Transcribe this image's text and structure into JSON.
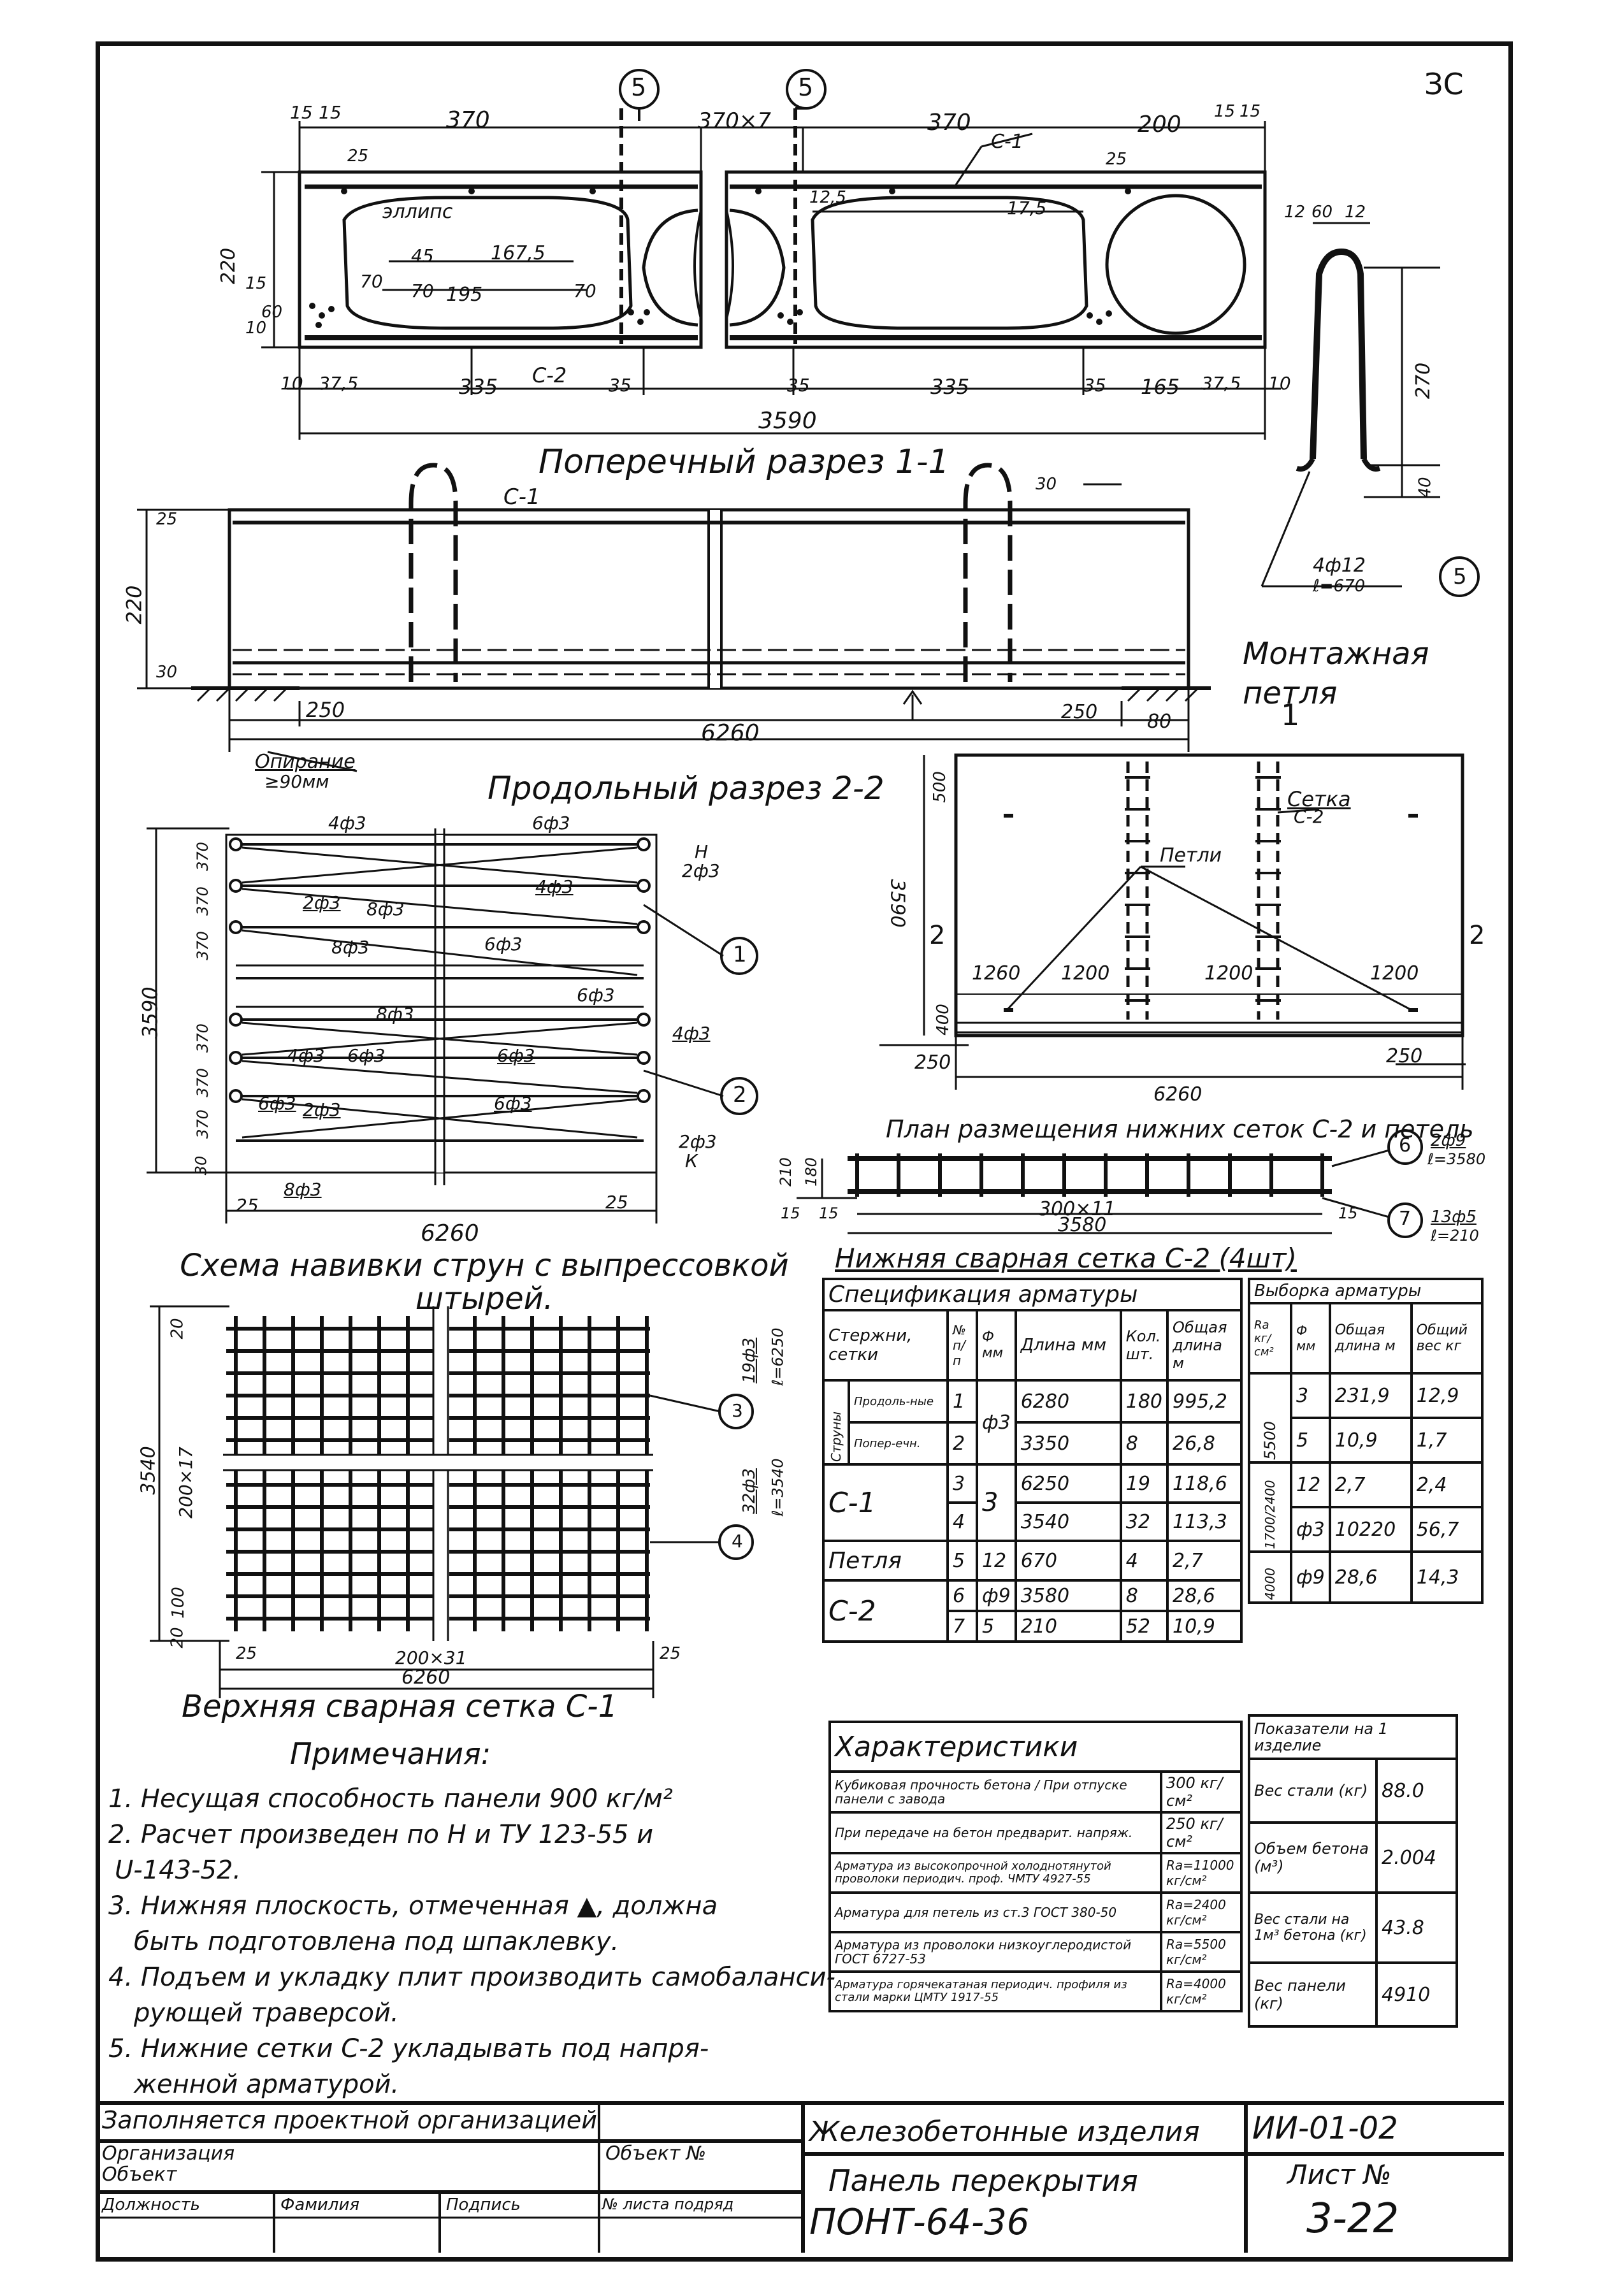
{
  "sheet_mark": "ЗС",
  "section1": {
    "title": "Поперечный разрез 1-1",
    "labels": {
      "ellipse": "эллипс",
      "c1": "С-1",
      "c2": "С-2",
      "loop_mark": "5"
    },
    "dims_top": [
      "15",
      "15",
      "370",
      "370×7",
      "370",
      "200",
      "15",
      "15"
    ],
    "dims_bottom": [
      "10",
      "37,5",
      "335",
      "35",
      "35",
      "335",
      "35",
      "165",
      "37,5",
      "10"
    ],
    "dims_inner": [
      "167,5",
      "195",
      "70",
      "45",
      "70",
      "70",
      "17,5",
      "12,5",
      "25"
    ],
    "dims_left": [
      "220",
      "15",
      "10",
      "60",
      "25"
    ],
    "total": "3590"
  },
  "loop": {
    "title": "Монтажная петля",
    "dims": [
      "12",
      "60",
      "12",
      "270",
      "40"
    ],
    "spec_line1": "4ф12",
    "spec_line2": "ℓ=670",
    "mark": "5"
  },
  "section2": {
    "title": "Продольный разрез 2-2",
    "c1": "С-1",
    "dims": [
      "25",
      "220",
      "30",
      "30",
      "250",
      "250",
      "80",
      "6260"
    ],
    "support": "Опирание",
    "support_value": "≥90мм",
    "arrow_mark": "1"
  },
  "plan": {
    "title": "План размещения нижних сеток С-2 и петель",
    "labels": {
      "setka": "Сетка",
      "c2": "С-2",
      "petli": "Петли",
      "two": "2"
    },
    "dims": [
      "500",
      "3590",
      "400",
      "1260",
      "1200",
      "1200",
      "1200",
      "250",
      "250",
      "6260"
    ]
  },
  "strand_scheme": {
    "title": "Схема навивки струн с выпрессовкой штырей.",
    "labels": [
      "4ф3",
      "6ф3",
      "Н",
      "2ф3",
      "2ф3",
      "8ф3",
      "4ф3",
      "8ф3",
      "6ф3",
      "8ф3",
      "6ф3",
      "4ф3",
      "4ф3",
      "6ф3",
      "6ф3",
      "6ф3",
      "2ф3",
      "6ф3",
      "2ф3",
      "К",
      "8ф3"
    ],
    "dims": [
      "3590",
      "370",
      "370",
      "370",
      "370",
      "370",
      "370",
      "30",
      "25",
      "25",
      "6260"
    ],
    "marks": [
      "1",
      "2"
    ]
  },
  "bottom_mesh": {
    "title": "Нижняя сварная сетка С-2 (4шт)",
    "dims": [
      "210",
      "180",
      "15",
      "15",
      "300×11",
      "15",
      "3580"
    ],
    "mark6": "6",
    "mark6_spec1": "2ф9",
    "mark6_spec2": "ℓ=3580",
    "mark7": "7",
    "mark7_spec1": "13ф5",
    "mark7_spec2": "ℓ=210"
  },
  "top_mesh": {
    "title": "Верхняя сварная сетка С-1",
    "dims_left": [
      "3540",
      "20",
      "200×17",
      "100",
      "20"
    ],
    "dims_bottom": [
      "25",
      "200×31",
      "25",
      "6260"
    ],
    "mark3": "3",
    "mark3_spec1": "19ф3",
    "mark3_spec2": "ℓ=6250",
    "mark4": "4",
    "mark4_spec1": "32ф3",
    "mark4_spec2": "ℓ=3540"
  },
  "spec_table": {
    "title": "Спецификация арматуры",
    "headers": [
      "Стержни, сетки",
      "№ п/п",
      "Ф мм",
      "Длина мм",
      "Кол. шт.",
      "Общая длина м"
    ],
    "group_struny": "Струны",
    "rows": [
      {
        "name": "Продоль-ные",
        "num": "1",
        "d": "ф3",
        "len": "6280",
        "qty": "180",
        "total": "995,2"
      },
      {
        "name": "Попер-ечн.",
        "num": "2",
        "d": "",
        "len": "3350",
        "qty": "8",
        "total": "26,8"
      },
      {
        "name": "С-1",
        "num": "3",
        "d": "3",
        "len": "6250",
        "qty": "19",
        "total": "118,6"
      },
      {
        "name": "",
        "num": "4",
        "d": "",
        "len": "3540",
        "qty": "32",
        "total": "113,3"
      },
      {
        "name": "Петля",
        "num": "5",
        "d": "12",
        "len": "670",
        "qty": "4",
        "total": "2,7"
      },
      {
        "name": "С-2",
        "num": "6",
        "d": "ф9",
        "len": "3580",
        "qty": "8",
        "total": "28,6"
      },
      {
        "name": "",
        "num": "7",
        "d": "5",
        "len": "210",
        "qty": "52",
        "total": "10,9"
      }
    ]
  },
  "selection_table": {
    "title": "Выборка арматуры",
    "headers": [
      "Rа кг/см²",
      "Ф мм",
      "Общая длина м",
      "Общий вес кг"
    ],
    "rows": [
      {
        "ra": "5500",
        "d": "3",
        "len": "231,9",
        "w": "12,9"
      },
      {
        "ra": "",
        "d": "5",
        "len": "10,9",
        "w": "1,7"
      },
      {
        "ra": "1700/2400",
        "d": "12",
        "len": "2,7",
        "w": "2,4"
      },
      {
        "ra": "",
        "d": "ф3",
        "len": "10220",
        "w": "56,7"
      },
      {
        "ra": "4000",
        "d": "ф9",
        "len": "28,6",
        "w": "14,3"
      }
    ]
  },
  "characteristics": {
    "title": "Характеристики",
    "rows": [
      {
        "label": "Кубиковая прочность бетона / При отпуске панели с завода",
        "value": "300 кг/см²"
      },
      {
        "label": "При передаче на бетон предварит. напряж.",
        "value": "250 кг/см²"
      },
      {
        "label": "Арматура из высокопрочной холоднотянутой проволоки периодич. проф. ЧМТУ 4927-55",
        "value": "Rа=11000 кг/см²"
      },
      {
        "label": "Арматура для петель из ст.3 ГОСТ 380-50",
        "value": "Rа=2400 кг/см²"
      },
      {
        "label": "Арматура из проволоки низкоуглеродистой ГОСТ 6727-53",
        "value": "Rа=5500 кг/см²"
      },
      {
        "label": "Арматура горячекатаная периодич. профиля из стали марки ЦМТУ 1917-55",
        "value": "Rа=4000 кг/см²"
      }
    ]
  },
  "indicators": {
    "title": "Показатели на 1 изделие",
    "rows": [
      {
        "label": "Вес стали (кг)",
        "value": "88.0"
      },
      {
        "label": "Объем бетона (м³)",
        "value": "2.004"
      },
      {
        "label": "Вес стали на 1м³ бетона (кг)",
        "value": "43.8"
      },
      {
        "label": "Вес панели (кг)",
        "value": "4910"
      }
    ]
  },
  "notes": {
    "title": "Примечания:",
    "items": [
      "1. Несущая способность панели 900 кг/м²",
      "2. Расчет произведен по Н и ТУ 123-55 и",
      "U-143-52.",
      "3. Нижняя плоскость, отмеченная ▲, должна",
      "быть подготовлена под шпаклевку.",
      "4. Подъем и укладку плит производить самобаланси-",
      "рующей траверсой.",
      "5. Нижние сетки С-2 укладывать под напря-",
      "женной арматурой."
    ]
  },
  "stamp": {
    "fill_note": "Заполняется проектной организацией",
    "org": "Организация",
    "object_left": "Объект",
    "object_right": "Объект №",
    "position": "Должность",
    "surname": "Фамилия",
    "signature": "Подпись",
    "date": "№ листа подряд",
    "category": "Железобетонные изделия",
    "series": "ИИ-01-02",
    "product_line1": "Панель перекрытия",
    "product_line2": "ПОНТ-64-36",
    "sheet_label": "Лист №",
    "sheet_number": "3-22"
  }
}
